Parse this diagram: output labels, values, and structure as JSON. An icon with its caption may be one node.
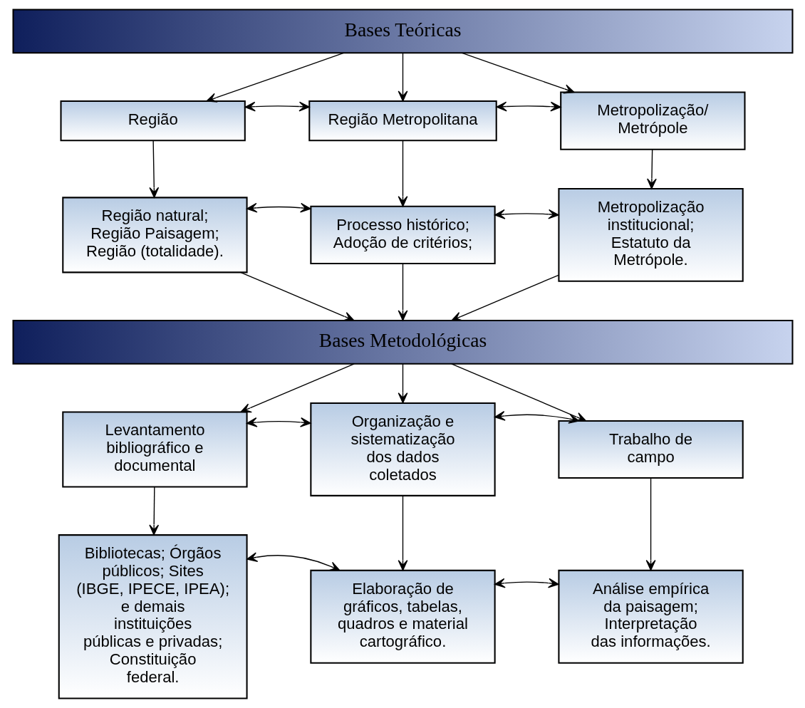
{
  "diagram": {
    "nodes": [
      {
        "text": [
          "Bases Teóricas"
        ]
      },
      {
        "text": [
          "Região"
        ]
      },
      {
        "text": [
          "Região Metropolitana"
        ]
      },
      {
        "text": [
          "Metropolização/ Metrópole"
        ]
      },
      {
        "text": [
          "Região natural; Região Paisagem; Região (totalidade)."
        ]
      },
      {
        "text": [
          "Processo histórico; Adoção de critérios;"
        ]
      },
      {
        "text": [
          "Metropolização institucional; Estatuto da Metrópole."
        ]
      },
      {
        "text": [
          "Bases Metodológicas"
        ]
      },
      {
        "text": [
          "Levantamento bibliográfico e documental"
        ]
      },
      {
        "text": [
          "Organização e sistematização dos dados coletados"
        ]
      },
      {
        "text": [
          "Trabalho de campo"
        ]
      },
      {
        "text": [
          "Bibliotecas; Órgãos públicos; Sites (IBGE, IPECE, IPEA); e demais instituições públicas e privadas; Constituição federal."
        ]
      },
      {
        "text": [
          "Elaboração de gráficos, tabelas, quadros e material cartográfico."
        ]
      },
      {
        "text": [
          "Análise empírica da paisagem; Interpretação das informações."
        ]
      }
    ],
    "edges": [
      {
        "from": 0,
        "to": 1,
        "arrow": "to"
      },
      {
        "from": 0,
        "to": 2,
        "arrow": "to"
      },
      {
        "from": 0,
        "to": 3,
        "arrow": "to"
      },
      {
        "from": 1,
        "to": 2,
        "arrow": "both"
      },
      {
        "from": 2,
        "to": 3,
        "arrow": "both"
      },
      {
        "from": 1,
        "to": 4,
        "arrow": "to"
      },
      {
        "from": 2,
        "to": 5,
        "arrow": "to"
      },
      {
        "from": 3,
        "to": 6,
        "arrow": "to"
      },
      {
        "from": 4,
        "to": 5,
        "arrow": "both"
      },
      {
        "from": 5,
        "to": 6,
        "arrow": "both"
      },
      {
        "from": 4,
        "to": 7,
        "arrow": "to"
      },
      {
        "from": 5,
        "to": 7,
        "arrow": "to"
      },
      {
        "from": 6,
        "to": 7,
        "arrow": "to"
      },
      {
        "from": 7,
        "to": 8,
        "arrow": "to"
      },
      {
        "from": 7,
        "to": 9,
        "arrow": "to"
      },
      {
        "from": 7,
        "to": 10,
        "arrow": "to"
      },
      {
        "from": 8,
        "to": 9,
        "arrow": "both"
      },
      {
        "from": 9,
        "to": 10,
        "arrow": "both"
      },
      {
        "from": 8,
        "to": 11,
        "arrow": "to"
      },
      {
        "from": 9,
        "to": 12,
        "arrow": "to"
      },
      {
        "from": 10,
        "to": 13,
        "arrow": "to"
      },
      {
        "from": 11,
        "to": 12,
        "arrow": "both"
      },
      {
        "from": 12,
        "to": 13,
        "arrow": "both"
      }
    ]
  }
}
